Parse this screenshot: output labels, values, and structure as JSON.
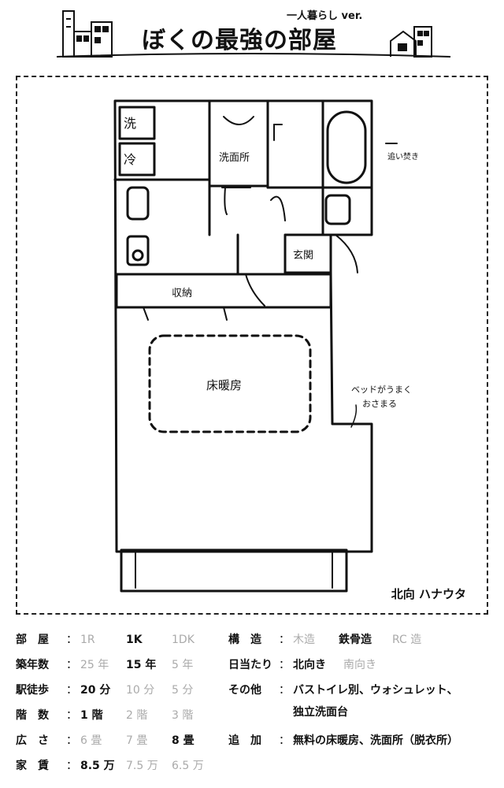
{
  "header": {
    "title": "ぼくの最強の部屋",
    "subtitle": "一人暮らし ver."
  },
  "floorplan": {
    "rooms": {
      "washer": "洗",
      "fridge": "冷",
      "washroom": "洗面所",
      "entrance": "玄関",
      "storage": "収納",
      "floor_heating": "床暖房"
    },
    "annotations": {
      "bath_note": "追い焚き",
      "bed_note_line1": "ベッドがうまく",
      "bed_note_line2": "おさまる"
    },
    "caption": "北向 ハナウタ"
  },
  "specs": {
    "layout": {
      "label": "部　屋",
      "options": [
        "1R",
        "1K",
        "1DK"
      ],
      "selected": 1
    },
    "age": {
      "label": "築年数",
      "options": [
        "25 年",
        "15 年",
        "5 年"
      ],
      "selected": 1
    },
    "walk": {
      "label": "駅徒歩",
      "options": [
        "20 分",
        "10 分",
        "5 分"
      ],
      "selected": 0
    },
    "floor": {
      "label": "階　数",
      "options": [
        "1 階",
        "2 階",
        "3 階"
      ],
      "selected": 0
    },
    "area": {
      "label": "広　さ",
      "options": [
        "6 畳",
        "7 畳",
        "8 畳"
      ],
      "selected": 2
    },
    "rent": {
      "label": "家　賃",
      "options": [
        "8.5 万",
        "7.5 万",
        "6.5 万"
      ],
      "selected": 0
    },
    "structure": {
      "label": "構　造",
      "options": [
        "木造",
        "鉄骨造",
        "RC 造"
      ],
      "selected": 1
    },
    "sunlight": {
      "label": "日当たり",
      "options": [
        "北向き",
        "南向き"
      ],
      "selected": 0
    },
    "other": {
      "label": "その他",
      "line1": "バストイレ別、ウォシュレット、",
      "line2": "独立洗面台"
    },
    "extra": {
      "label": "追　加",
      "value": "無料の床暖房、洗面所（脱衣所）"
    }
  }
}
